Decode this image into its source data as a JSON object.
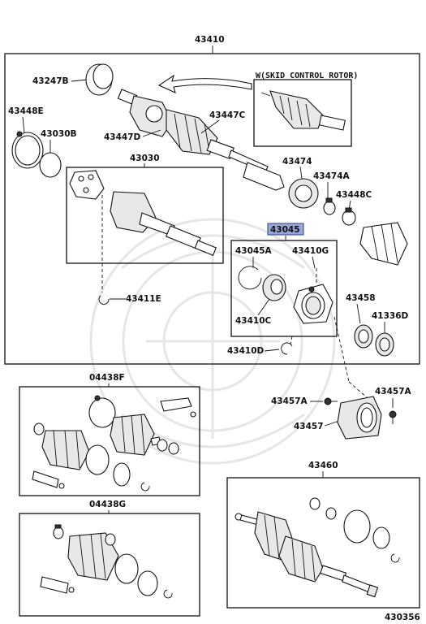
{
  "diagram": {
    "main_assembly": "43410",
    "note": "W(SKID CONTROL ROTOR)",
    "highlighted_part": "43045",
    "labels": {
      "p43247B": "43247B",
      "p43448E": "43448E",
      "p43030B": "43030B",
      "p43447D": "43447D",
      "p43447C": "43447C",
      "p43030": "43030",
      "p43474": "43474",
      "p43474A": "43474A",
      "p43448C": "43448C",
      "p43045A": "43045A",
      "p43410G": "43410G",
      "p43410C": "43410C",
      "p43411E": "43411E",
      "p43458": "43458",
      "p41336D": "41336D",
      "p43410D": "43410D",
      "p43457A_left": "43457A",
      "p43457A_right": "43457A",
      "p43457": "43457",
      "p04438F": "04438F",
      "p04438G": "04438G",
      "p43460": "43460"
    },
    "figure_number": "430356"
  }
}
